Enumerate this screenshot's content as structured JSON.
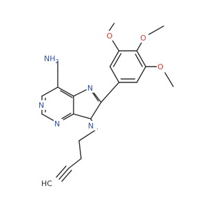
{
  "molecule": {
    "labels": {
      "amine": "NH",
      "amine_sub": "2",
      "n1": "N",
      "n3": "N",
      "n7": "N",
      "n9": "N",
      "o_top": "O",
      "o_mid": "O",
      "o_right": "O",
      "alkyne_h": "HC"
    },
    "colors": {
      "bond": "#2b2b2b",
      "nitrogen": "#2f4fb0",
      "oxygen": "#d43b30"
    }
  }
}
